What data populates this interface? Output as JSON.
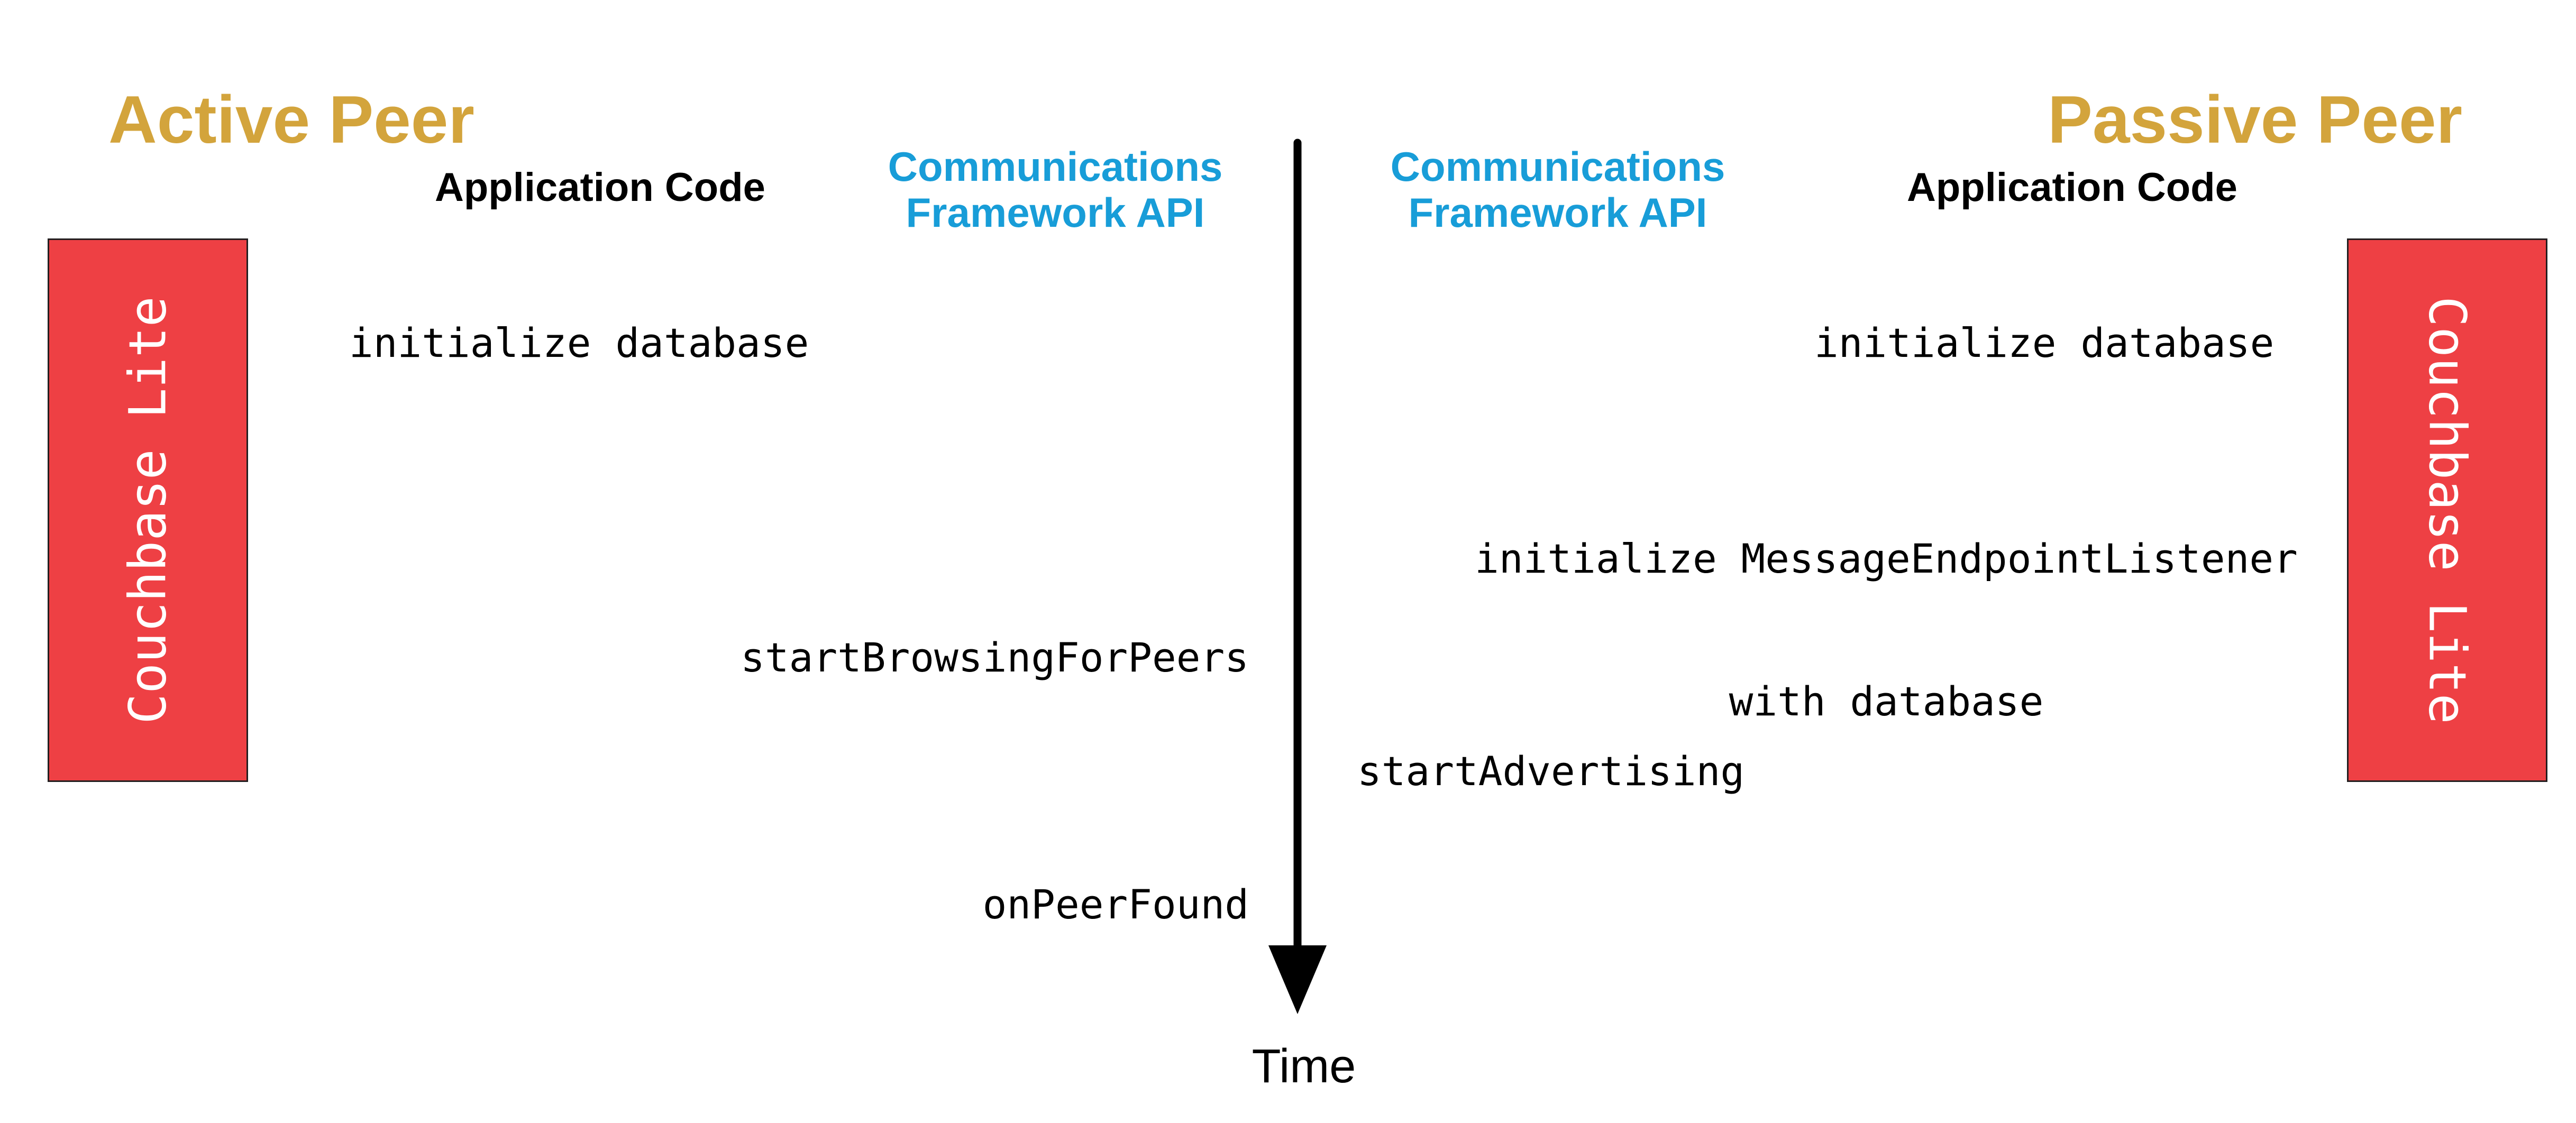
{
  "peers": {
    "active": "Active Peer",
    "passive": "Passive Peer"
  },
  "columns": {
    "app_code_left": "Application Code",
    "app_code_right": "Application Code",
    "framework_left": {
      "line1": "Communications",
      "line2": "Framework API"
    },
    "framework_right": {
      "line1": "Communications",
      "line2": "Framework API"
    }
  },
  "lifelines": {
    "left_box_label": "Couchbase Lite",
    "right_box_label": "Couchbase Lite"
  },
  "messages": {
    "initialize_database_left": "initialize database",
    "initialize_database_right": "initialize database",
    "initialize_listener_line1": "initialize MessageEndpointListener",
    "initialize_listener_line2": "with database",
    "start_browsing": "startBrowsingForPeers",
    "start_advertising": "startAdvertising",
    "on_peer_found": "onPeerFound"
  },
  "time_axis": {
    "label": "Time"
  },
  "colors": {
    "gold": "#D3A43C",
    "blue": "#189DD8",
    "red": "#EE4044",
    "ink": "#000000",
    "box_border": "#231F20"
  }
}
